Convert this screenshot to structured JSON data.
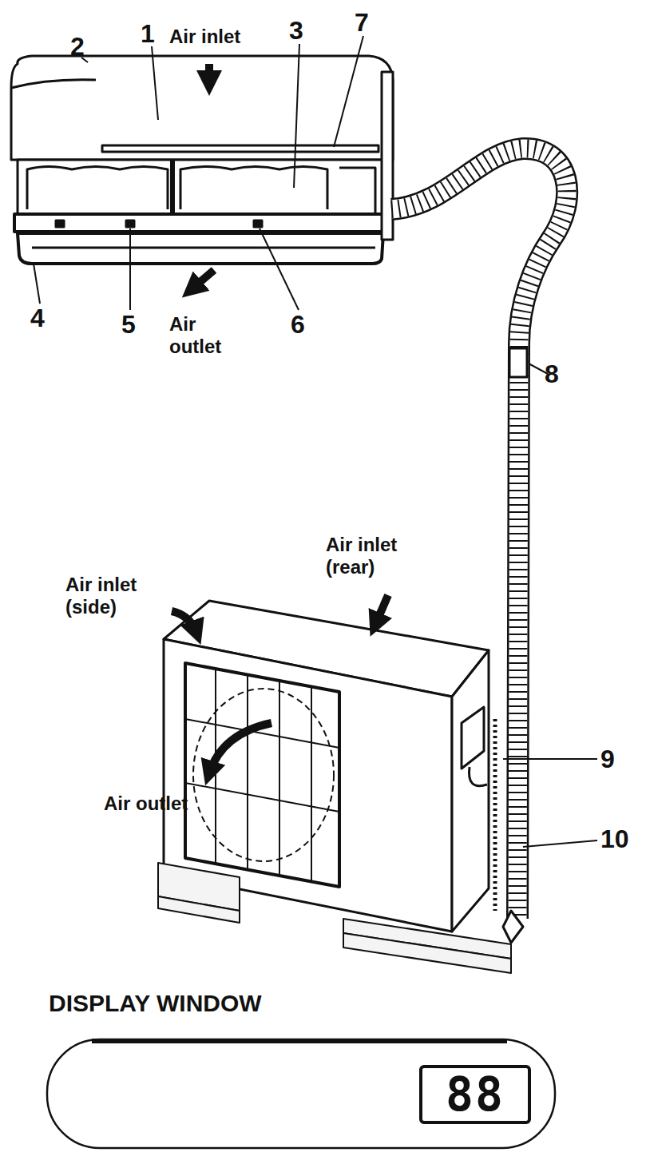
{
  "diagram": {
    "nodes": [
      {
        "text": [
          "DISPLAY WINDOW"
        ]
      },
      {
        "text": [
          "88"
        ],
        "in": 0
      }
    ],
    "labels": [
      "2",
      "1",
      "Air inlet",
      "3",
      "7",
      "4",
      "5",
      "Air outlet",
      "6",
      "8",
      "Air inlet (rear)",
      "Air inlet (side)",
      "Air outlet",
      "9",
      "10"
    ]
  }
}
